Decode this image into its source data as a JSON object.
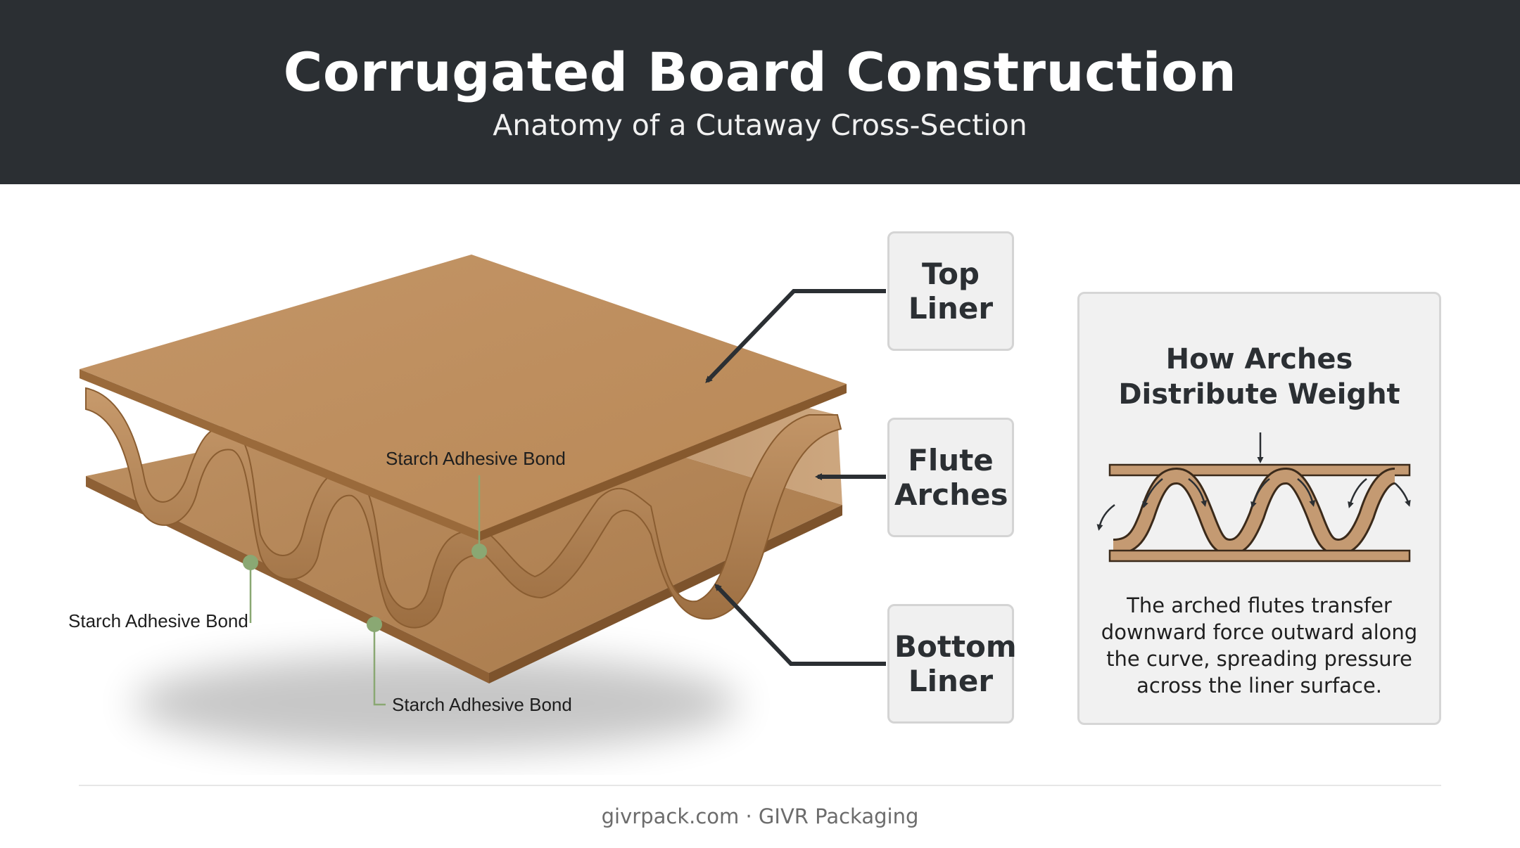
{
  "header": {
    "title": "Corrugated Board Construction",
    "subtitle": "Anatomy of a Cutaway Cross-Section"
  },
  "labels": {
    "top_liner": "Top Liner",
    "flute_arches": "Flute Arches",
    "bottom_liner": "Bottom Liner"
  },
  "bond_labels": {
    "upper": "Starch Adhesive Bond",
    "left": "Starch Adhesive Bond",
    "lower": "Starch Adhesive Bond"
  },
  "info_panel": {
    "title_line1": "How Arches",
    "title_line2": "Distribute Weight",
    "text": "The arched flutes transfer downward force outward along the curve, spreading pressure across the liner surface."
  },
  "footer": "givrpack.com · GIVR Packaging",
  "colors": {
    "header_bg": "#2b2f33",
    "kraft_light": "#c99e70",
    "kraft_mid": "#b98a5b",
    "kraft_dark": "#8f6236",
    "adhesive_dot": "#8aa873",
    "arrow": "#2b2f33"
  }
}
